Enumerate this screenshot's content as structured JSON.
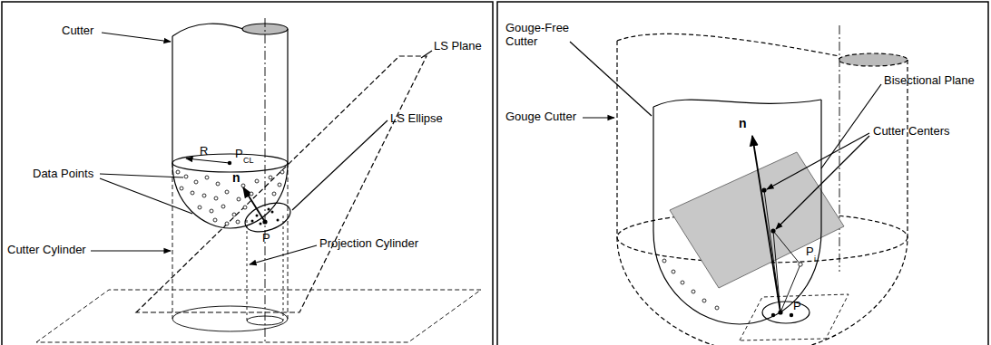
{
  "diagram": {
    "labels": [
      "Cutter",
      "R",
      "P",
      "CL",
      "LS Plane",
      "Data Points",
      "n",
      "LS Ellipse",
      "P",
      "Cutter Cylinder",
      "Projection Cylinder",
      "Gouge-Free Cutter",
      "Gouge Cutter",
      "n",
      "Bisectional Plane",
      "Cutter Centers",
      "P",
      "i",
      "P"
    ]
  }
}
